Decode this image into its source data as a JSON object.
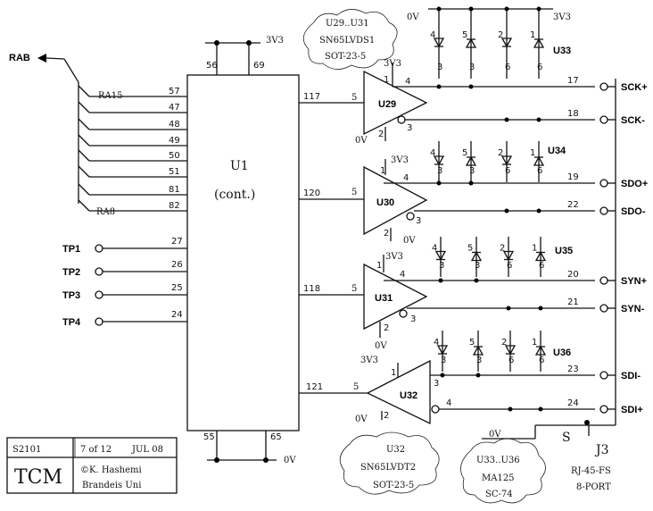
{
  "chip": {
    "name": "U1",
    "sub": "(cont.)",
    "top_pins": [
      "56",
      "69"
    ],
    "bottom_pins": [
      "55",
      "65"
    ],
    "supply_top": "3V3",
    "supply_bottom": "0V"
  },
  "bus": {
    "name": "RAB",
    "first": "RA15",
    "last": "RA8",
    "pins": [
      "57",
      "47",
      "48",
      "49",
      "50",
      "51",
      "81",
      "82"
    ]
  },
  "test_points": [
    {
      "name": "TP1",
      "pin": "27"
    },
    {
      "name": "TP2",
      "pin": "26"
    },
    {
      "name": "TP3",
      "pin": "25"
    },
    {
      "name": "TP4",
      "pin": "24"
    }
  ],
  "drivers": [
    {
      "name": "U29",
      "in_pin": "117",
      "in": "5",
      "out_plus": "4",
      "out_minus": "3",
      "vcc_pin": "1",
      "gnd_pin": "2",
      "vcc": "3V3",
      "gnd": "0V"
    },
    {
      "name": "U30",
      "in_pin": "120",
      "in": "5",
      "out_plus": "4",
      "out_minus": "3",
      "vcc_pin": "1",
      "gnd_pin": "2",
      "vcc": "3V3",
      "gnd": "0V"
    },
    {
      "name": "U31",
      "in_pin": "118",
      "in": "5",
      "out_plus": "4",
      "out_minus": "3",
      "vcc_pin": "1",
      "gnd_pin": "2",
      "vcc": "3V3",
      "gnd": "0V"
    }
  ],
  "receiver": {
    "name": "U32",
    "in_pin": "121",
    "out": "5",
    "in_minus": "3",
    "in_plus": "4",
    "vcc_pin": "1",
    "gnd_pin": "2",
    "vcc": "3V3",
    "gnd": "0V"
  },
  "diode_groups": [
    {
      "name": "U33",
      "pins": [
        "4",
        "5",
        "2",
        "1"
      ],
      "cath": [
        "3",
        "3",
        "6",
        "6"
      ]
    },
    {
      "name": "U34",
      "pins": [
        "4",
        "5",
        "2",
        "1"
      ],
      "cath": [
        "3",
        "3",
        "6",
        "6"
      ]
    },
    {
      "name": "U35",
      "pins": [
        "4",
        "5",
        "2",
        "1"
      ],
      "cath": [
        "3",
        "3",
        "6",
        "6"
      ]
    },
    {
      "name": "U36",
      "pins": [
        "4",
        "5",
        "2",
        "1"
      ],
      "cath": [
        "3",
        "3",
        "6",
        "6"
      ]
    }
  ],
  "connector": {
    "name": "J3",
    "desc1": "RJ-45-FS",
    "desc2": "8-PORT",
    "shield": "S",
    "gnd": "0V",
    "signals": [
      {
        "name": "SCK+",
        "pin": "17"
      },
      {
        "name": "SCK-",
        "pin": "18"
      },
      {
        "name": "SDO+",
        "pin": "19"
      },
      {
        "name": "SDO-",
        "pin": "22"
      },
      {
        "name": "SYN+",
        "pin": "20"
      },
      {
        "name": "SYN-",
        "pin": "21"
      },
      {
        "name": "SDI-",
        "pin": "23"
      },
      {
        "name": "SDI+",
        "pin": "24"
      }
    ]
  },
  "notes": {
    "driver_parts": [
      "U29..U31",
      "SN65LVDS1",
      "SOT-23-5"
    ],
    "receiver_parts": [
      "U32",
      "SN65LVDT2",
      "SOT-23-5"
    ],
    "diode_parts": [
      "U33..U36",
      "MA125",
      "SC-74"
    ]
  },
  "title_block": {
    "sheet": "S2101",
    "page": "7 of 12",
    "date": "JUL 08",
    "project": "TCM",
    "author": "©K. Hashemi",
    "org": "Brandeis Uni"
  }
}
